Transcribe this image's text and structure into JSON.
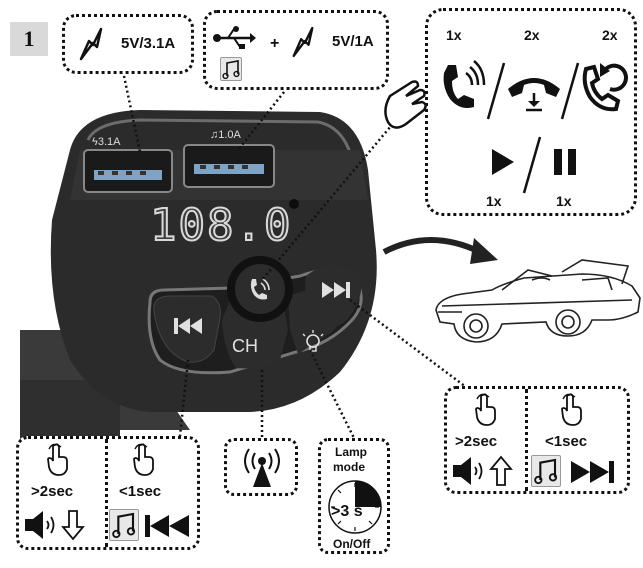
{
  "step": {
    "number": "1"
  },
  "usb_left": {
    "rating": "5V/3.1A",
    "icon": "lightning-icon"
  },
  "usb_right": {
    "plus": "+",
    "rating": "5V/1A",
    "icons": [
      "usb-icon",
      "lightning-icon",
      "music-note-icon"
    ]
  },
  "device": {
    "port_left_label": "ϟ3.1A",
    "port_right_label": "♫1.0A",
    "display": "108.0",
    "buttons": {
      "call": "phone-icon",
      "next": "next-track-icon",
      "prev": "prev-track-icon",
      "channel": "CH",
      "lamp": "bulb-icon"
    }
  },
  "call_panel": {
    "answer_count": "1x",
    "hangup_count": "2x",
    "redial_count": "2x",
    "play_count": "1x",
    "pause_count": "1x"
  },
  "left_panel": {
    "long_press": "2sec",
    "long_press_prefix": ">",
    "short_press": "1sec",
    "short_press_prefix": "<"
  },
  "lamp_panel": {
    "title_line1": "Lamp",
    "title_line2": "mode",
    "duration": ">3 s",
    "state": "On/Off"
  },
  "right_panel": {
    "long_press": "2sec",
    "long_press_prefix": ">",
    "short_press": "1sec",
    "short_press_prefix": "<"
  },
  "colors": {
    "device_body": "#2b2b2b",
    "display_glow": "#d9d9d9",
    "port_blue": "#7fa3c4"
  }
}
